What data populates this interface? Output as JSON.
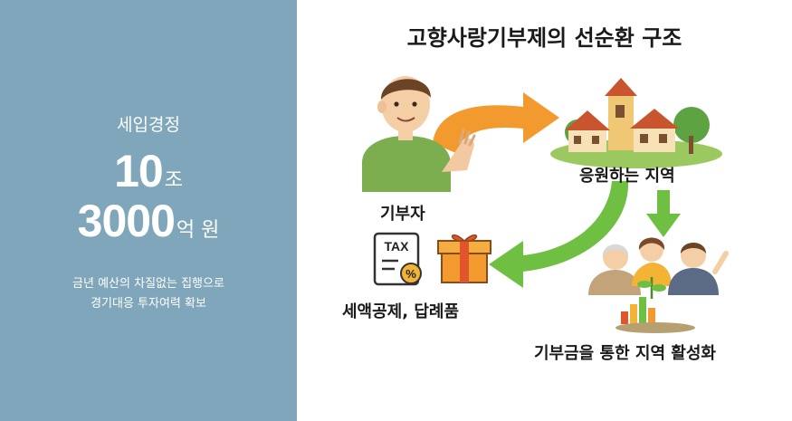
{
  "left_panel": {
    "label": "세입경정",
    "amount_trillion": "10",
    "unit_trillion": "조",
    "amount_billion": "3000",
    "unit_billion": "억 원",
    "description_line1": "금년 예산의 차질없는 집행으로",
    "description_line2": "경기대응 투자여력 확보"
  },
  "diagram": {
    "title": "고향사랑기부제의 선순환 구조",
    "donor_label": "기부자",
    "region_label": "응원하는 지역",
    "benefit_label": "세액공제, 답례품",
    "revitalize_label": "기부금을 통한 지역 활성화",
    "tax_text": "TAX",
    "percent_text": "%"
  },
  "colors": {
    "panel": "#7fa6ba",
    "orange_arrow": "#f39a2e",
    "green_arrow": "#6fbf43"
  }
}
